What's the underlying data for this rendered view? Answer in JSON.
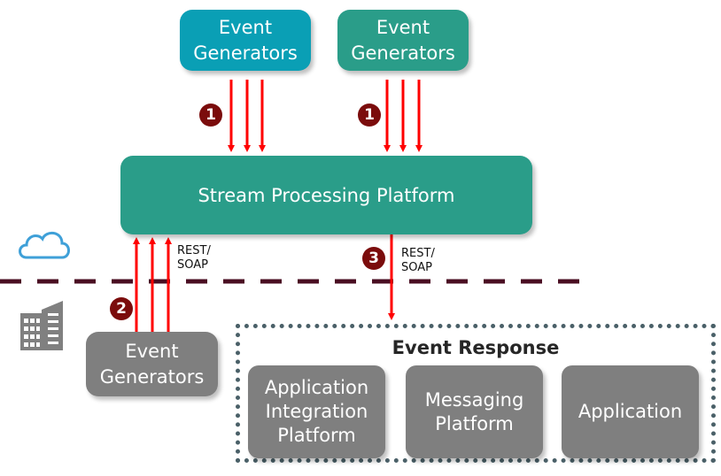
{
  "diagram": {
    "generators_top_left": {
      "label": "Event\nGenerators",
      "color": "#0a9fb5"
    },
    "generators_top_right": {
      "label": "Event\nGenerators",
      "color": "#2a9d89"
    },
    "stream_platform": {
      "label": "Stream Processing Platform",
      "color": "#2a9d89"
    },
    "generators_onprem": {
      "label": "Event\nGenerators",
      "color": "#7f7f7f"
    },
    "event_response": {
      "title": "Event Response",
      "items": [
        {
          "label": "Application\nIntegration\nPlatform"
        },
        {
          "label": "Messaging\nPlatform"
        },
        {
          "label": "Application"
        }
      ]
    },
    "protocol_labels": {
      "inbound": "REST/\nSOAP",
      "outbound": "REST/\nSOAP"
    },
    "steps": {
      "step1a": "1",
      "step1b": "1",
      "step2": "2",
      "step3": "3"
    },
    "icons": {
      "cloud": "cloud-icon",
      "building": "building-icon"
    },
    "colors": {
      "arrow": "#ff0000",
      "badge": "#7b0c0c",
      "boundary": "#4a0e22",
      "response_border": "#4a6068"
    }
  }
}
